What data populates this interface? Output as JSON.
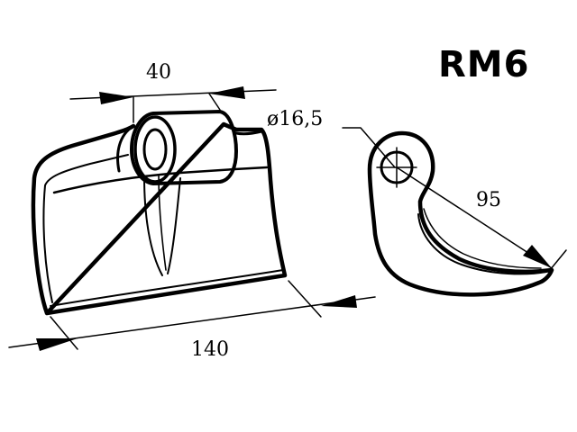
{
  "title": "RM6",
  "dimensions": {
    "width_top": "40",
    "length_bottom": "140",
    "hole_diameter": "ø16,5",
    "blade_length": "95"
  }
}
